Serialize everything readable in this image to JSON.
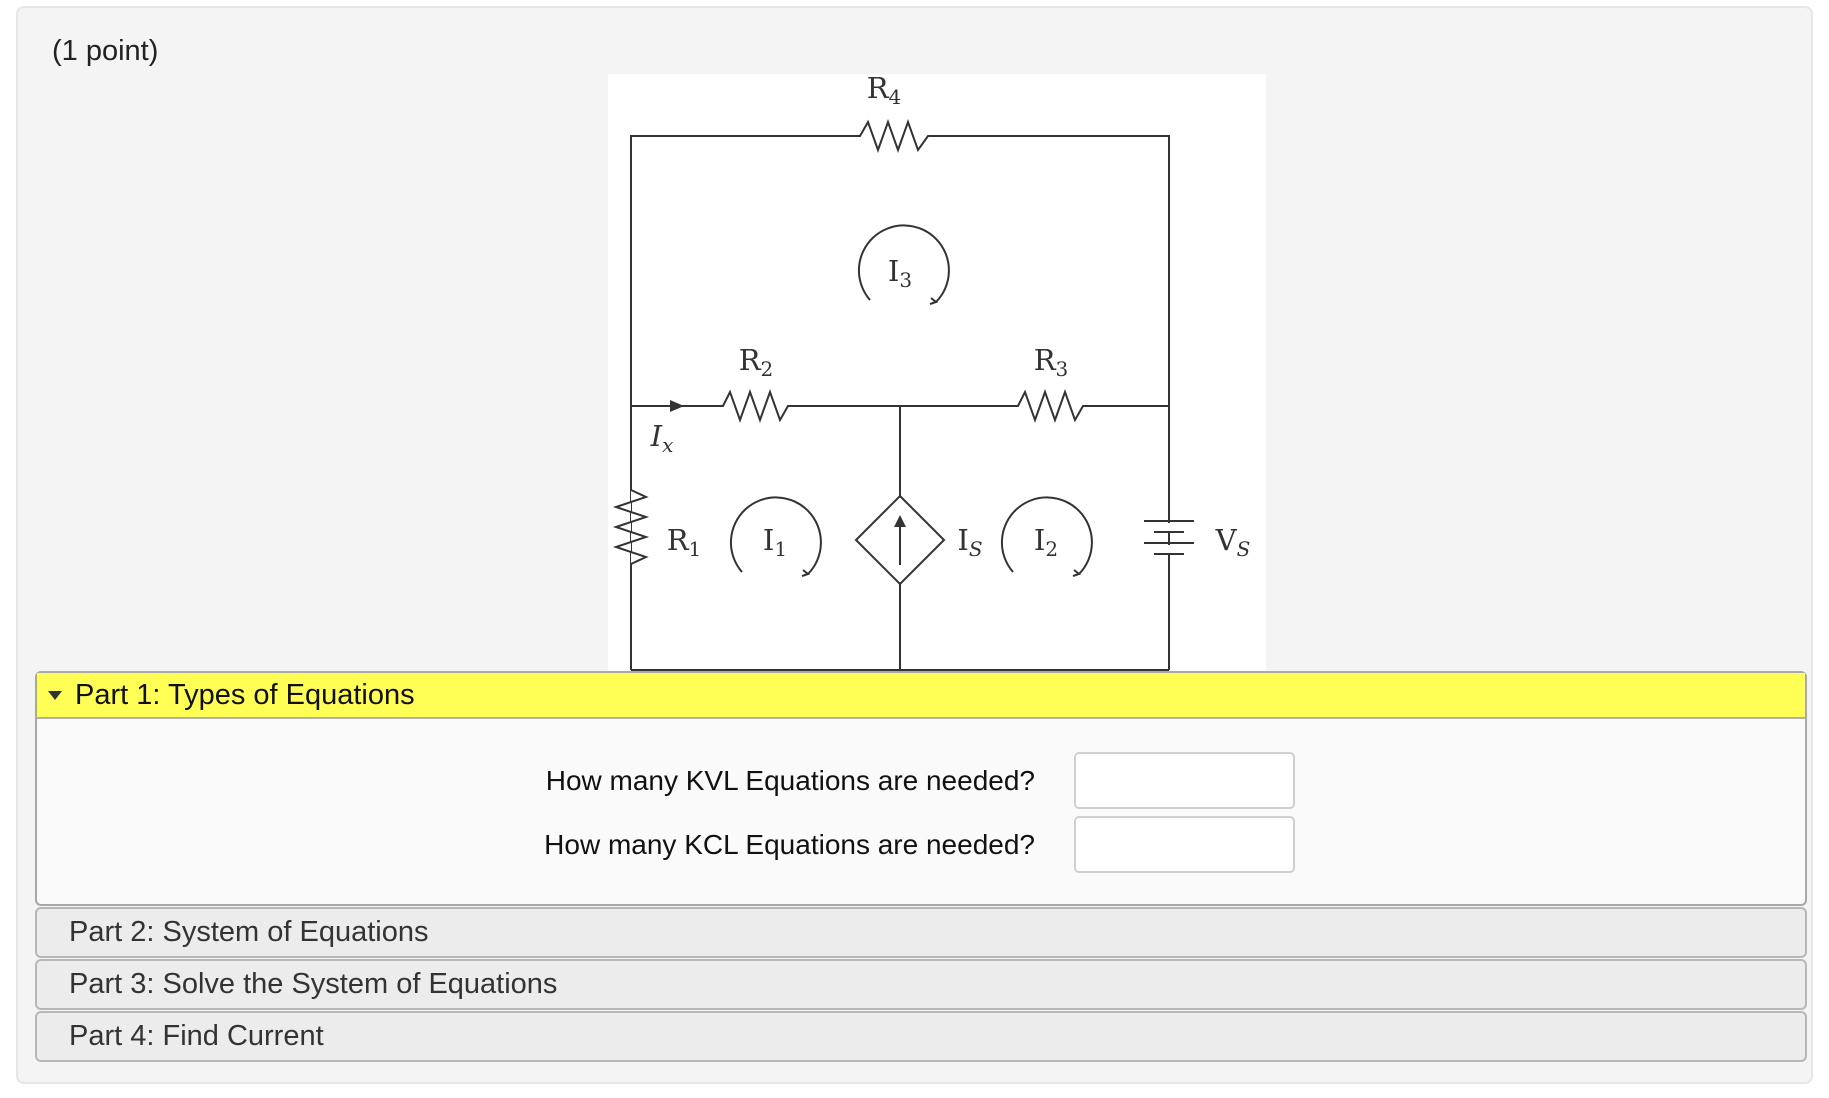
{
  "problem": {
    "points_label": "(1 point)"
  },
  "circuit": {
    "labels": {
      "r1": "R",
      "r1_sub": "1",
      "r2": "R",
      "r2_sub": "2",
      "r3": "R",
      "r3_sub": "3",
      "r4": "R",
      "r4_sub": "4",
      "i1": "I",
      "i1_sub": "1",
      "i2": "I",
      "i2_sub": "2",
      "i3": "I",
      "i3_sub": "3",
      "is": "I",
      "is_sub": "S",
      "vs": "V",
      "vs_sub": "S",
      "ix": "I",
      "ix_sub": "x"
    }
  },
  "parts": [
    {
      "title": "Part 1: Types of Equations",
      "expanded": true,
      "questions": [
        {
          "label": "How many KVL Equations are needed?",
          "value": "",
          "placeholder": ""
        },
        {
          "label": "How many KCL Equations are needed?",
          "value": "",
          "placeholder": ""
        }
      ]
    },
    {
      "title": "Part 2: System of Equations",
      "expanded": false
    },
    {
      "title": "Part 3: Solve the System of Equations",
      "expanded": false
    },
    {
      "title": "Part 4: Find Current",
      "expanded": false
    }
  ],
  "colors": {
    "active_header": "#ffff55",
    "panel_bg": "#f4f4f4",
    "collapsed_bg": "#ececec"
  }
}
